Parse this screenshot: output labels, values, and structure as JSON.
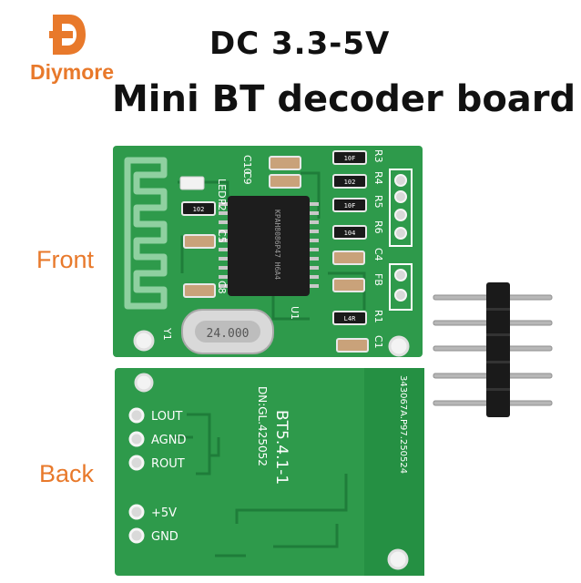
{
  "brand": {
    "name": "Diymore",
    "color": "#e8792b"
  },
  "title": {
    "line1": "DC 3.3-5V",
    "line2": "Mini BT decoder board"
  },
  "labels": {
    "front": "Front",
    "back": "Back"
  },
  "front_board": {
    "component_labels": [
      "C10",
      "C9",
      "R3",
      "P2",
      "LED",
      "R4",
      "R5",
      "R6",
      "C5",
      "C4",
      "C8",
      "FB",
      "R1",
      "U1",
      "C1",
      "Y1"
    ],
    "resistor_values": [
      "10F",
      "102",
      "102",
      "10F",
      "104",
      "L4R"
    ],
    "chip_marking": "KPAH8086P47 H6A4",
    "crystal_marking": "24.000"
  },
  "back_board": {
    "pin_labels": [
      "LOUT",
      "AGND",
      "ROUT",
      "+5V",
      "GND"
    ],
    "dn_text": "DN:GL.425052",
    "model_text": "BT5.4.1-1",
    "edge_text": "343067A.P97.250524"
  },
  "colors": {
    "pcb_green": "#2e9a4b",
    "pcb_dark": "#1f7d3a",
    "silk": "#ffffff",
    "header_black": "#1a1a1a",
    "pin_silver": "#b7b7b7"
  }
}
